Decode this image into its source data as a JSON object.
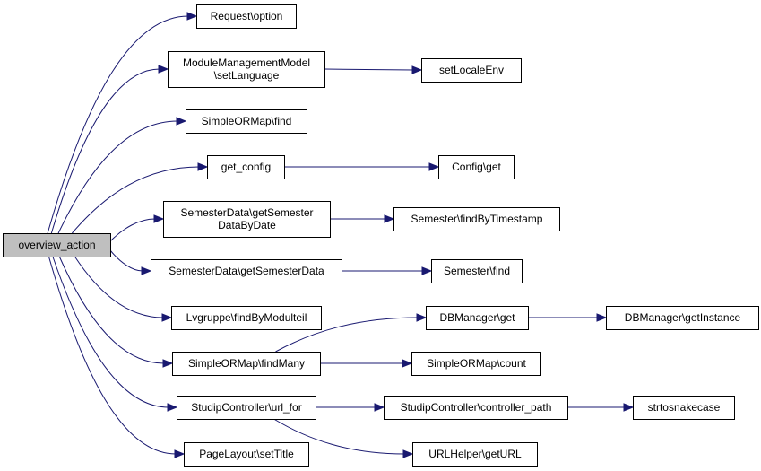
{
  "nodes": [
    {
      "id": "overview_action",
      "lines": [
        "overview_action"
      ],
      "root": true
    },
    {
      "id": "request_option",
      "lines": [
        "Request\\option"
      ]
    },
    {
      "id": "mmm_setlanguage",
      "lines": [
        "ModuleManagementModel",
        "\\setLanguage"
      ]
    },
    {
      "id": "setlocaleenv",
      "lines": [
        "setLocaleEnv"
      ]
    },
    {
      "id": "sorm_find",
      "lines": [
        "SimpleORMap\\find"
      ]
    },
    {
      "id": "get_config",
      "lines": [
        "get_config"
      ]
    },
    {
      "id": "config_get",
      "lines": [
        "Config\\get"
      ]
    },
    {
      "id": "sd_getsemesterbydate",
      "lines": [
        "SemesterData\\getSemester",
        "DataByDate"
      ]
    },
    {
      "id": "semester_findbytimestamp",
      "lines": [
        "Semester\\findByTimestamp"
      ]
    },
    {
      "id": "sd_getsemesterdata",
      "lines": [
        "SemesterData\\getSemesterData"
      ]
    },
    {
      "id": "semester_find",
      "lines": [
        "Semester\\find"
      ]
    },
    {
      "id": "lvgruppe_findbymodulteil",
      "lines": [
        "Lvgruppe\\findByModulteil"
      ]
    },
    {
      "id": "dbmanager_get",
      "lines": [
        "DBManager\\get"
      ]
    },
    {
      "id": "dbmanager_getinstance",
      "lines": [
        "DBManager\\getInstance"
      ]
    },
    {
      "id": "sorm_findmany",
      "lines": [
        "SimpleORMap\\findMany"
      ]
    },
    {
      "id": "sorm_count",
      "lines": [
        "SimpleORMap\\count"
      ]
    },
    {
      "id": "sc_url_for",
      "lines": [
        "StudipController\\url_for"
      ]
    },
    {
      "id": "sc_controller_path",
      "lines": [
        "StudipController\\controller_path"
      ]
    },
    {
      "id": "strtosnakecase",
      "lines": [
        "strtosnakecase"
      ]
    },
    {
      "id": "urlhelper_geturl",
      "lines": [
        "URLHelper\\getURL"
      ]
    },
    {
      "id": "pagelayout_settitle",
      "lines": [
        "PageLayout\\setTitle"
      ]
    }
  ],
  "edges": [
    [
      "overview_action",
      "request_option"
    ],
    [
      "overview_action",
      "mmm_setlanguage"
    ],
    [
      "overview_action",
      "sorm_find"
    ],
    [
      "overview_action",
      "get_config"
    ],
    [
      "overview_action",
      "sd_getsemesterbydate"
    ],
    [
      "overview_action",
      "sd_getsemesterdata"
    ],
    [
      "overview_action",
      "lvgruppe_findbymodulteil"
    ],
    [
      "overview_action",
      "sorm_findmany"
    ],
    [
      "overview_action",
      "sc_url_for"
    ],
    [
      "overview_action",
      "pagelayout_settitle"
    ],
    [
      "mmm_setlanguage",
      "setlocaleenv"
    ],
    [
      "get_config",
      "config_get"
    ],
    [
      "sd_getsemesterbydate",
      "semester_findbytimestamp"
    ],
    [
      "sd_getsemesterdata",
      "semester_find"
    ],
    [
      "sorm_findmany",
      "dbmanager_get"
    ],
    [
      "sorm_findmany",
      "sorm_count"
    ],
    [
      "dbmanager_get",
      "dbmanager_getinstance"
    ],
    [
      "sc_url_for",
      "sc_controller_path"
    ],
    [
      "sc_url_for",
      "urlhelper_geturl"
    ],
    [
      "sc_controller_path",
      "strtosnakecase"
    ]
  ],
  "colors": {
    "edge": "#191970",
    "root_fill": "#bfbfbf",
    "node_fill": "#ffffff",
    "border": "#000000"
  }
}
